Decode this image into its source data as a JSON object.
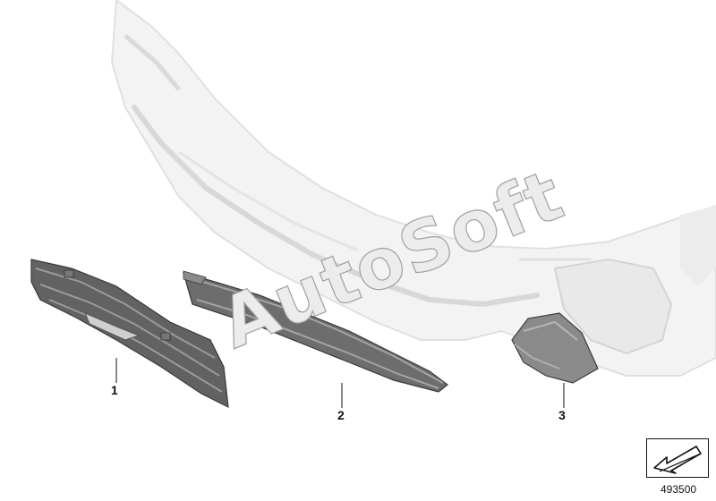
{
  "diagram": {
    "part_labels": [
      {
        "id": "1",
        "text": "1"
      },
      {
        "id": "2",
        "text": "2"
      },
      {
        "id": "3",
        "text": "3"
      }
    ],
    "watermark_text": "AutoSoft",
    "diagram_number": "493500",
    "nav_icon": "arrow-down-left-icon"
  },
  "colors": {
    "bumper_fill": "#f2f2f2",
    "bumper_shadow": "#dcdcdc",
    "grille_dark": "#555555",
    "grille_mid": "#7a7a7a",
    "watermark": "#e6e6e6"
  }
}
